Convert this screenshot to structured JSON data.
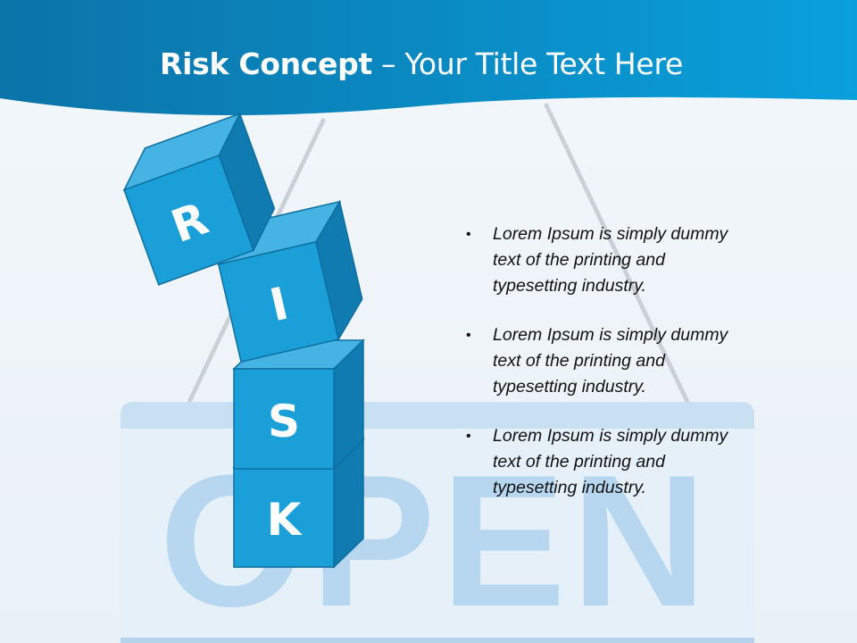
{
  "slide": {
    "title_bold": "Risk Concept",
    "title_rest": "– Your Title Text Here",
    "cube_letters": [
      "R",
      "I",
      "S",
      "K"
    ],
    "sign_text": "OPEN",
    "bullets": [
      "Lorem Ipsum is simply dummy text of the printing and typesetting industry.",
      "Lorem Ipsum is simply dummy text of the printing and typesetting industry.",
      "Lorem Ipsum is simply dummy text of the printing and typesetting industry."
    ],
    "bullet_marker": "•"
  },
  "colors": {
    "header": "#0a82c2",
    "cube_front": "#1a9fd8",
    "cube_top": "#45b4e4",
    "cube_side": "#0f7bb0",
    "sign": "#c5dff2"
  }
}
